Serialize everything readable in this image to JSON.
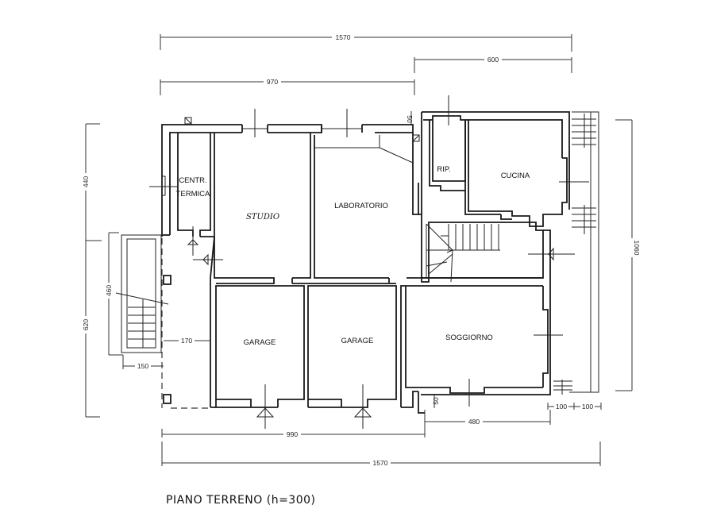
{
  "plan": {
    "title": "PIANO TERRENO (h=300)",
    "rooms": {
      "centrale_termica_line1": "CENTR.",
      "centrale_termica_line2": "TERMICA",
      "studio": "STUDIO",
      "laboratorio": "LABORATORIO",
      "ripostiglio": "RIP.",
      "cucina": "CUCINA",
      "garage_1": "GARAGE",
      "garage_2": "GARAGE",
      "soggiorno": "SOGGIORNO"
    },
    "dimensions": {
      "top_total": "1570",
      "top_right": "600",
      "top_left": "970",
      "top_small": "50",
      "left_upper": "440",
      "left_lower": "620",
      "left_stair": "460",
      "stair_width": "150",
      "corridor_width": "170",
      "right_total": "1060",
      "bottom_left": "990",
      "bottom_right": "480",
      "bottom_total": "1570",
      "bottom_small": "50",
      "bottom_right_a": "100",
      "bottom_right_b": "100"
    }
  }
}
